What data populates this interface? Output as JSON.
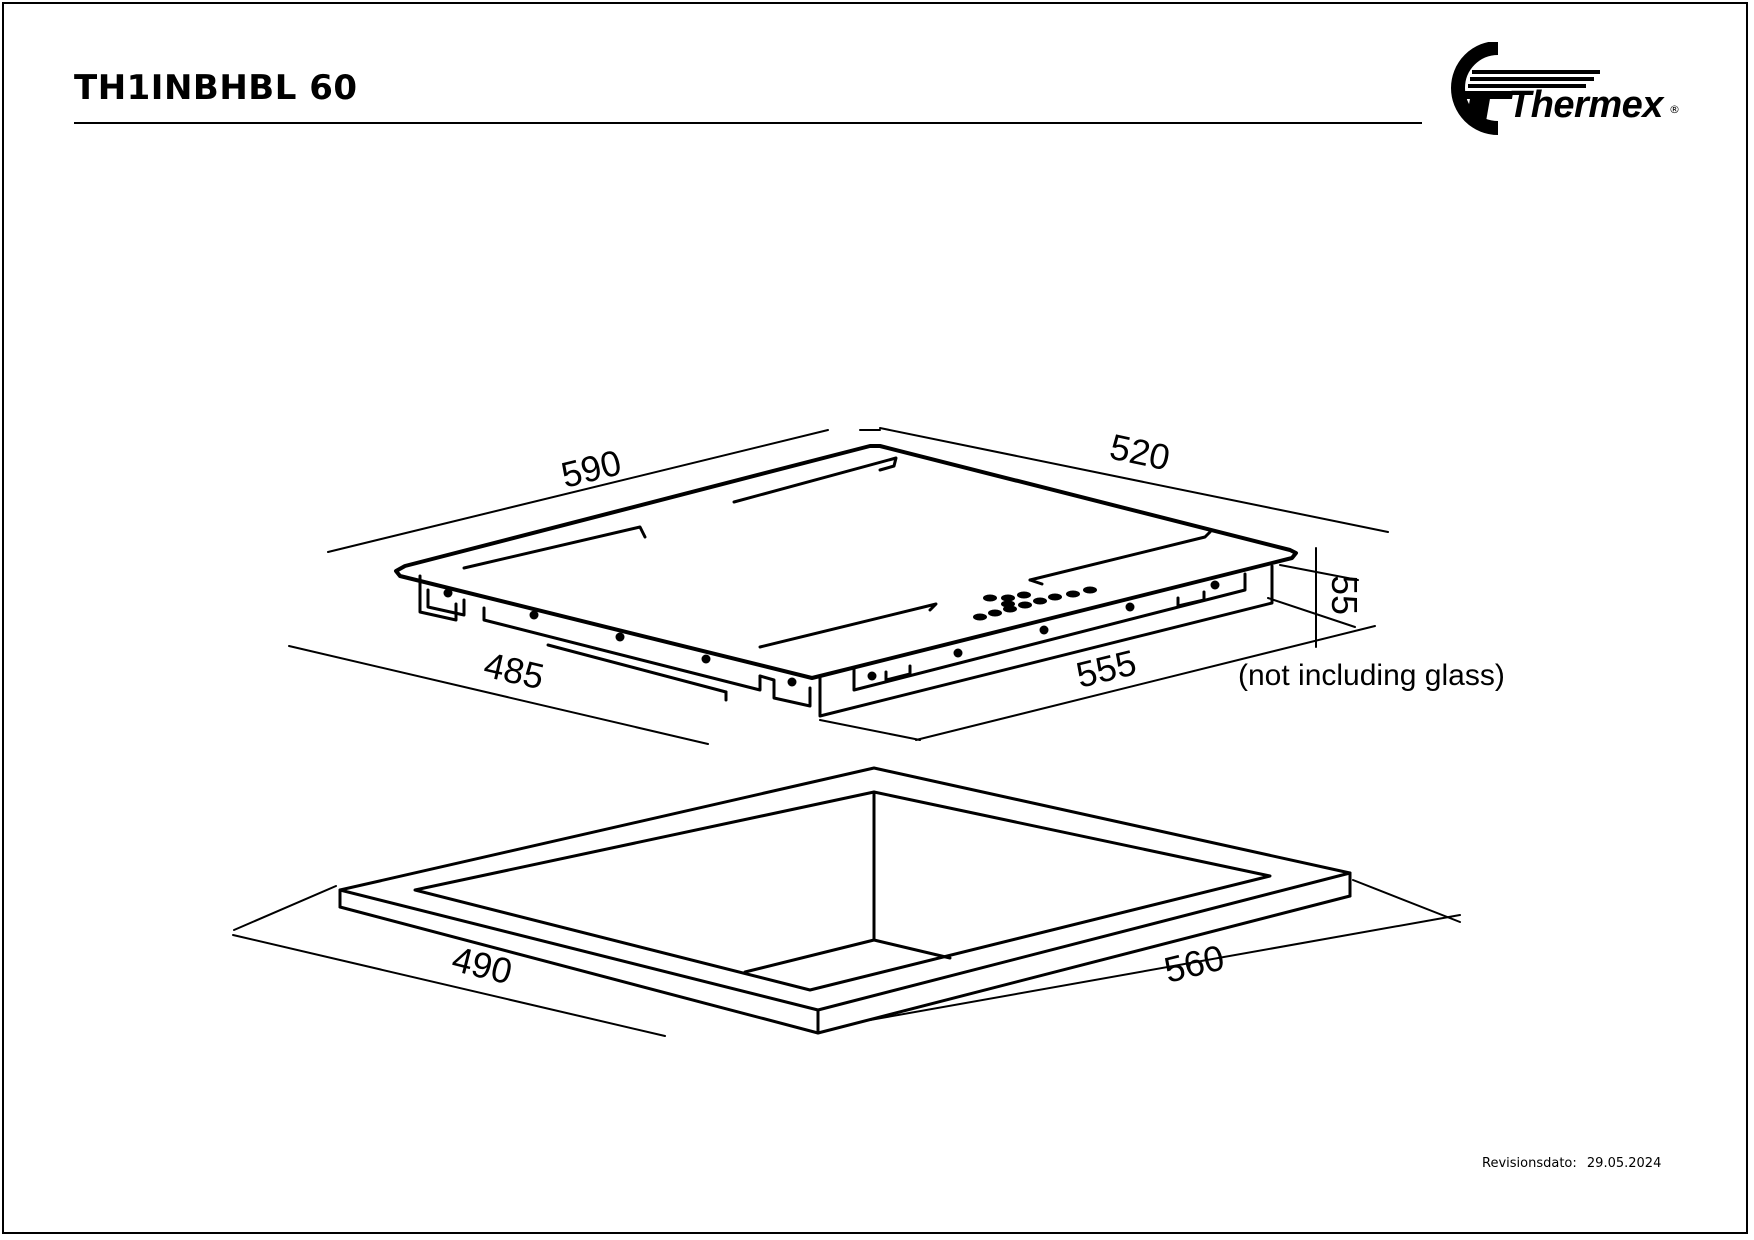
{
  "header": {
    "title": "TH1INBHBL 60",
    "brand": "Thermex"
  },
  "dimensions": {
    "hob_width": "590",
    "hob_depth": "520",
    "hob_height": "55",
    "body_width": "555",
    "body_depth": "485",
    "height_note": "(not including glass)",
    "cutout_width": "560",
    "cutout_depth": "490"
  },
  "footer": {
    "revision_label": "Revisionsdato:",
    "revision_date": "29.05.2024"
  }
}
